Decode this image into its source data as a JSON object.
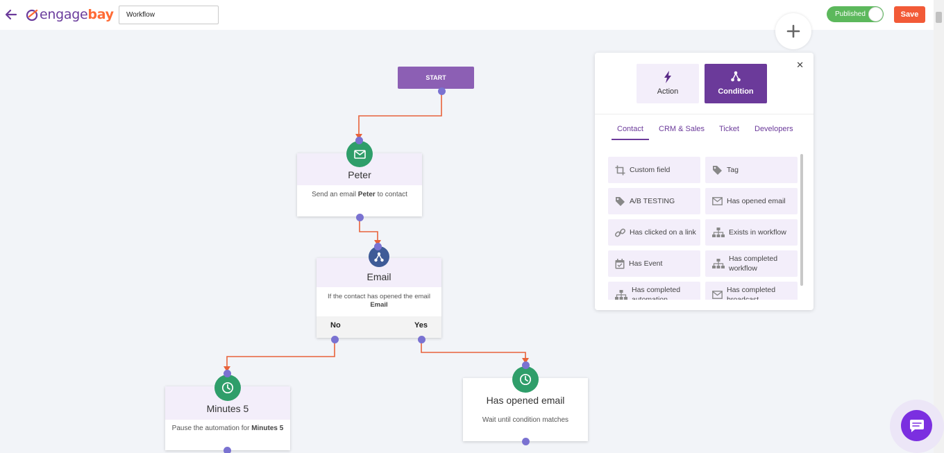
{
  "header": {
    "logo_engage": "engage",
    "logo_bay": "bay",
    "workflow_name": "Workflow",
    "status_label": "Published",
    "save_label": "Save"
  },
  "canvas": {
    "start_label": "START",
    "nodes": {
      "email_action": {
        "title": "Peter",
        "desc_prefix": "Send an email ",
        "desc_bold": "Peter",
        "desc_suffix": " to contact"
      },
      "condition": {
        "title": "Email",
        "desc": "If the contact has opened the email",
        "desc_bold": "Email",
        "no_label": "No",
        "yes_label": "Yes"
      },
      "wait": {
        "title": "Minutes 5",
        "desc_prefix": "Pause the automation for ",
        "desc_bold": "Minutes 5"
      },
      "wait_condition": {
        "title": "Has opened email",
        "desc": "Wait until condition matches"
      }
    }
  },
  "panel": {
    "type_buttons": [
      "Action",
      "Condition"
    ],
    "tabs": [
      "Contact",
      "CRM & Sales",
      "Ticket",
      "Developers"
    ],
    "conditions": [
      {
        "label": "Custom field",
        "icon": "crop-icon"
      },
      {
        "label": "Tag",
        "icon": "tag-icon"
      },
      {
        "label": "A/B TESTING",
        "icon": "tag-icon"
      },
      {
        "label": "Has opened email",
        "icon": "envelope-icon"
      },
      {
        "label": "Has clicked on a link",
        "icon": "link-icon"
      },
      {
        "label": "Exists in workflow",
        "icon": "sitemap-icon"
      },
      {
        "label": "Has Event",
        "icon": "calendar-icon"
      },
      {
        "label": "Has completed workflow",
        "icon": "sitemap-icon"
      },
      {
        "label": "Has completed automation",
        "icon": "sitemap-icon"
      },
      {
        "label": "Has completed broadcast",
        "icon": "envelope-icon"
      }
    ]
  },
  "colors": {
    "brand_purple": "#6b3a9a",
    "accent_orange": "#f25a37",
    "published_green": "#5cb85c",
    "connector_orange": "#e8623a",
    "port_dot": "#7a72d1"
  }
}
